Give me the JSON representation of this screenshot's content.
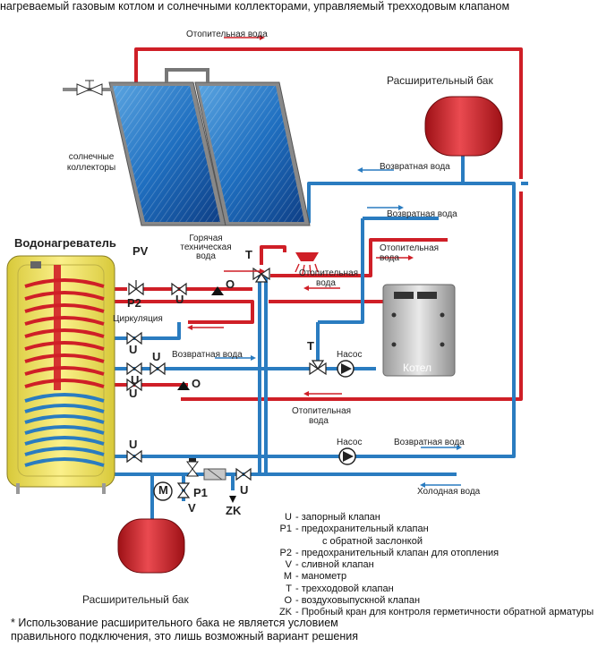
{
  "title": "нагреваемый газовым котлом и солнечными коллекторами, управляемый трехходовым клапаном",
  "labels": {
    "heating_water_top": "Отопительная вода",
    "expansion_tank_top": "Расширительный бак",
    "solar_collectors_1": "солнечные",
    "solar_collectors_2": "коллекторы",
    "return_water_1": "Возвратная вода",
    "return_water_2": "Возвратная вода",
    "return_water_3": "Возвратная вода",
    "return_water_4": "Возвратная вода",
    "water_heater": "Водонагреватель",
    "hot_tech_water_1": "Горячая",
    "hot_tech_water_2": "техническая",
    "hot_tech_water_3": "вода",
    "heating_water_right_1": "Отопительная",
    "heating_water_right_2": "вода",
    "heating_water_mid_1": "Отопительная",
    "heating_water_mid_2": "вода",
    "heating_water_low_1": "Отопительная",
    "heating_water_low_2": "вода",
    "circulation": "Циркуляция",
    "pump_1": "Насос",
    "pump_2": "Насос",
    "boiler": "Котел",
    "cold_water": "Холодная вода",
    "expansion_tank_bottom": "Расширительный бак"
  },
  "valve_marks": {
    "PV": "PV",
    "P2": "P2",
    "U1": "U",
    "T1": "T",
    "O1": "O",
    "U2": "U",
    "T2": "T",
    "U3": "U",
    "U4": "U",
    "U5": "U",
    "O2": "O",
    "U6": "U",
    "M": "M",
    "P1": "P1",
    "V": "V",
    "ZK": "ZK",
    "U7": "U"
  },
  "legend": [
    {
      "code": "U",
      "text": "- запорный клапан"
    },
    {
      "code": "P1",
      "text": "- предохранительный клапан"
    },
    {
      "code": "",
      "text": "с обратной заслонкой"
    },
    {
      "code": "P2",
      "text": "- предохранительный клапан для отопления"
    },
    {
      "code": "V",
      "text": "- сливной клапан"
    },
    {
      "code": "M",
      "text": "- манометр"
    },
    {
      "code": "T",
      "text": "- трехходовой клапан"
    },
    {
      "code": "O",
      "text": "- воздуховыпускной клапан"
    },
    {
      "code": "ZK",
      "text": "- Пробный кран для контроля герметичности обратной арматуры"
    }
  ],
  "note": "* Использование расширительного бака не является условием правильного подключения, это лишь возможный вариант решения",
  "colors": {
    "hot": "#cf1f27",
    "cold": "#2a7cc0",
    "tank": "#f4e56e"
  }
}
